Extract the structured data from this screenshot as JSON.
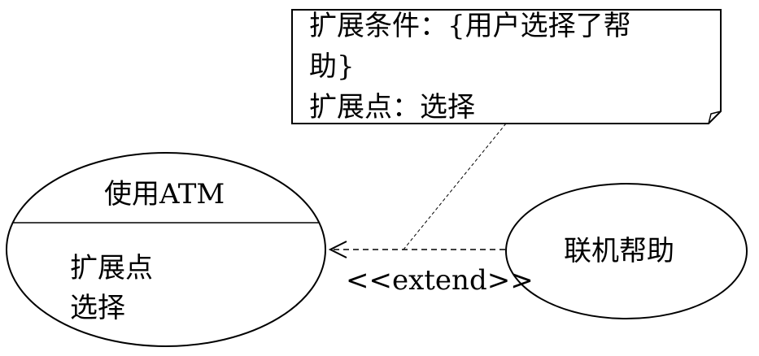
{
  "note": {
    "line1": "扩展条件：{用户选择了帮",
    "line2": "助}",
    "line3": "扩展点：选择"
  },
  "base_use_case": {
    "name": "使用ATM",
    "extension_points_line1": "扩展点",
    "extension_points_line2": "选择"
  },
  "extending_use_case": {
    "name": "联机帮助"
  },
  "relationship": {
    "stereotype": "<<extend>>"
  }
}
